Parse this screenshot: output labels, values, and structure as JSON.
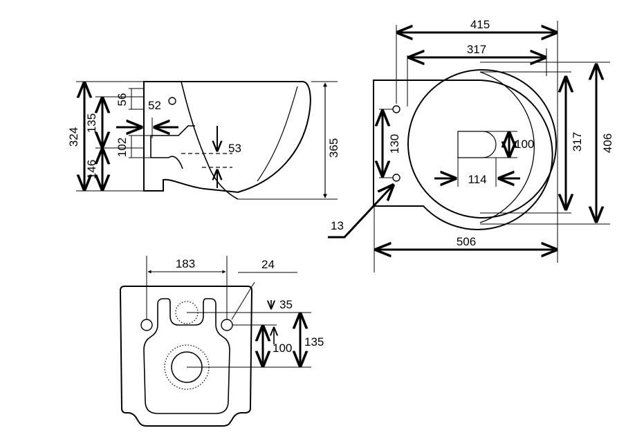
{
  "colors": {
    "line": "#000000",
    "background": "#ffffff"
  },
  "side_view": {
    "dims": {
      "d324": "324",
      "d135": "135",
      "d146": "146",
      "d56": "56",
      "d52": "52",
      "d102": "102",
      "d53": "53",
      "d365": "365"
    }
  },
  "top_view": {
    "dims": {
      "d415": "415",
      "d317h": "317",
      "d317v": "317",
      "d406": "406",
      "d130": "130",
      "d100": "100",
      "d114": "114",
      "d506": "506",
      "d13": "13"
    }
  },
  "rear_view": {
    "dims": {
      "d183": "183",
      "d24": "24",
      "d35": "35",
      "d100": "100",
      "d135": "135"
    }
  }
}
